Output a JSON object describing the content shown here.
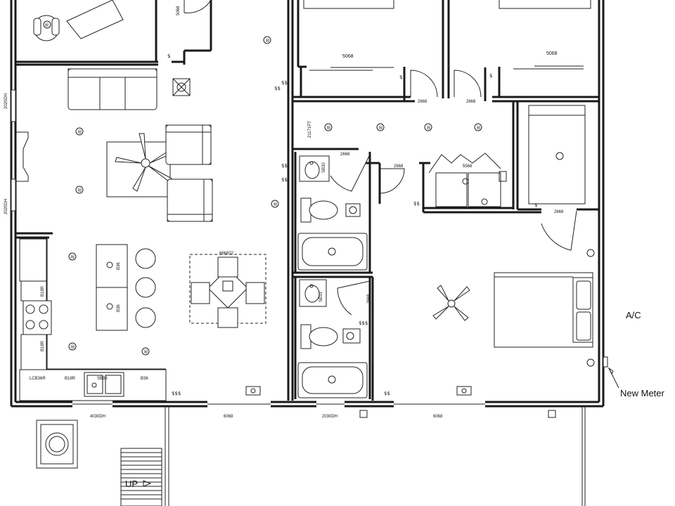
{
  "labels": {
    "ac": "A/C",
    "new_meter": "New Meter",
    "up": "UP",
    "door_5068_top": "5068",
    "door_5068_bed1": "5068",
    "door_5068_bed2": "5068",
    "door_2668_a": "2668",
    "door_2668_b": "2668",
    "door_2668_c": "2668",
    "door_2668_d": "2668",
    "door_2668_e": "2668",
    "door_2668_f": "2668",
    "door_5568": "5568",
    "hall_21171pt": "21171PT",
    "window_2020dh_1": "2020DH",
    "window_2020dh_2": "2020DH",
    "window_4030dh": "4030DH",
    "window_6068_1": "6068",
    "window_2030dh": "2030DH",
    "window_6068_2": "6068",
    "sink_sb30": "SB30",
    "sink_sb36": "SB36",
    "sink_sb33": "SB33",
    "cab_b18r_1": "B18R",
    "cab_b18r_2": "B18R",
    "cab_b18r_3": "B18R",
    "cab_lcb36r": "LCB36R",
    "cab_b36_1": "B36",
    "cab_b36_2": "B36",
    "cab_b36_3": "B36",
    "table_666832": "666832",
    "receptacle": "®"
  },
  "icons": {
    "ceiling_fan_living": "ceiling-fan-icon",
    "ceiling_fan_bedroom": "ceiling-fan-icon",
    "light_fixture": "light-fixture-icon",
    "switch_symbol": "switch-icon"
  }
}
